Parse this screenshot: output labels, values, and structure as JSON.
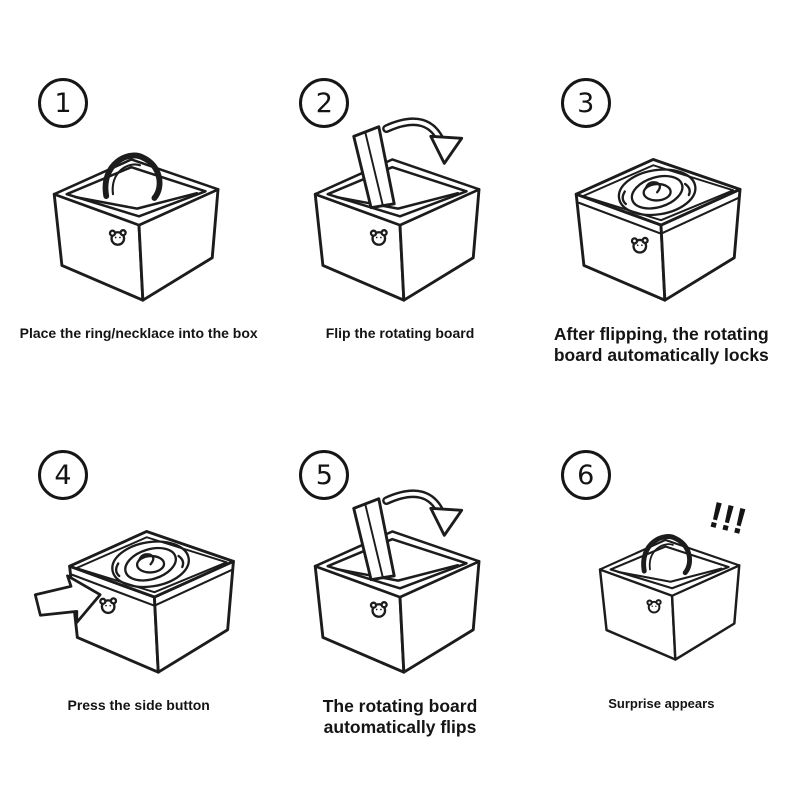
{
  "style": {
    "ink": "#1c1c1c",
    "background": "#ffffff"
  },
  "steps": [
    {
      "number": "1",
      "caption": "Place the ring/necklace into the box",
      "illustration": "open-box-with-ring"
    },
    {
      "number": "2",
      "caption": "Flip the rotating board",
      "illustration": "box-with-rotating-board-and-flip-arrow"
    },
    {
      "number": "3",
      "caption": "After flipping, the rotating board automatically locks",
      "illustration": "closed-box-with-rose-top"
    },
    {
      "number": "4",
      "caption": "Press the side button",
      "illustration": "closed-box-with-rose-top-and-press-arrow"
    },
    {
      "number": "5",
      "caption": "The rotating board automatically flips",
      "illustration": "box-with-rotating-board-and-flip-arrow"
    },
    {
      "number": "6",
      "caption": "Surprise appears",
      "illustration": "open-box-with-ring-surprise",
      "marks": "!!!"
    }
  ]
}
